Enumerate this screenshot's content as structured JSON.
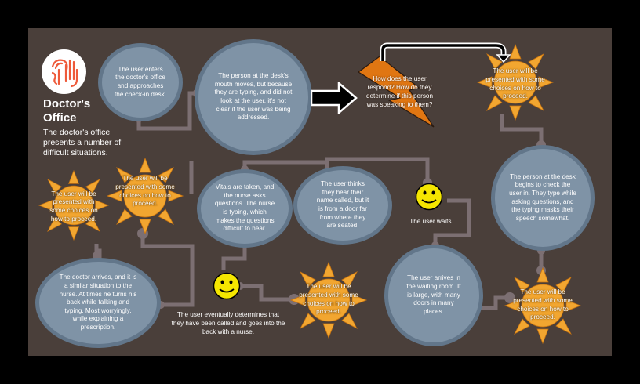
{
  "header": {
    "title_line1": "Doctor's",
    "title_line2": "Office",
    "subtitle": "The doctor's office presents a number of difficult situations.",
    "logo_icon": "hand-ear-icon"
  },
  "colors": {
    "background": "#4a3f3a",
    "bubble_fill": "#7f93a6",
    "bubble_border": "#62768a",
    "sun": "#f2a630",
    "bolt": "#e07612",
    "connector": "#7c6f72",
    "smiley": "#f5e600",
    "logo_accent": "#ee5a3a"
  },
  "steps": {
    "enter": "The user enters the doctor's office and approaches the check-in desk.",
    "mouth": "The person at the desk's mouth moves, but because they are typing, and did not look at the user, it's not clear if the user was being addressed.",
    "question": "How does the user respond? How do they determine if this person was speaking to them?",
    "choices_1": "The user will be presented with some choices on how to proceed.",
    "checkin": "The person at the desk begins to check the user in. They type while asking questions, and the typing masks their speech somewhat.",
    "choices_2": "The user will be presented with some choices on how to proceed.",
    "waiting_room": "The user arrives in the waiting room. It is large, with many doors in many places.",
    "waits": "The user waits.",
    "hears_name": "The user thinks they hear their name called, but it is from a door far from where they are seated.",
    "choices_3": "The user will be presented with some choices on how to proceed.",
    "determines": "The user eventually determines that they have been called and goes into the back with a nurse.",
    "vitals": "Vitals are taken, and the nurse asks questions. The nurse is typing, which makes the questions difficult to hear.",
    "choices_4": "The user will be presented with some choices on how to proceed.",
    "choices_5": "The user will be presented with some choices on how to proceed.",
    "doctor": "The doctor arrives, and it is a similar situation to the nurse. At times he turns his back while talking and typing. Most worryingly, while explaining a prescription."
  },
  "icons": {
    "arrow": "arrow-right-icon",
    "bolt": "lightning-bolt-icon",
    "curved_arrow": "curved-arrow-icon",
    "sun": "sun-icon",
    "smiley": "smiley-face-icon"
  }
}
